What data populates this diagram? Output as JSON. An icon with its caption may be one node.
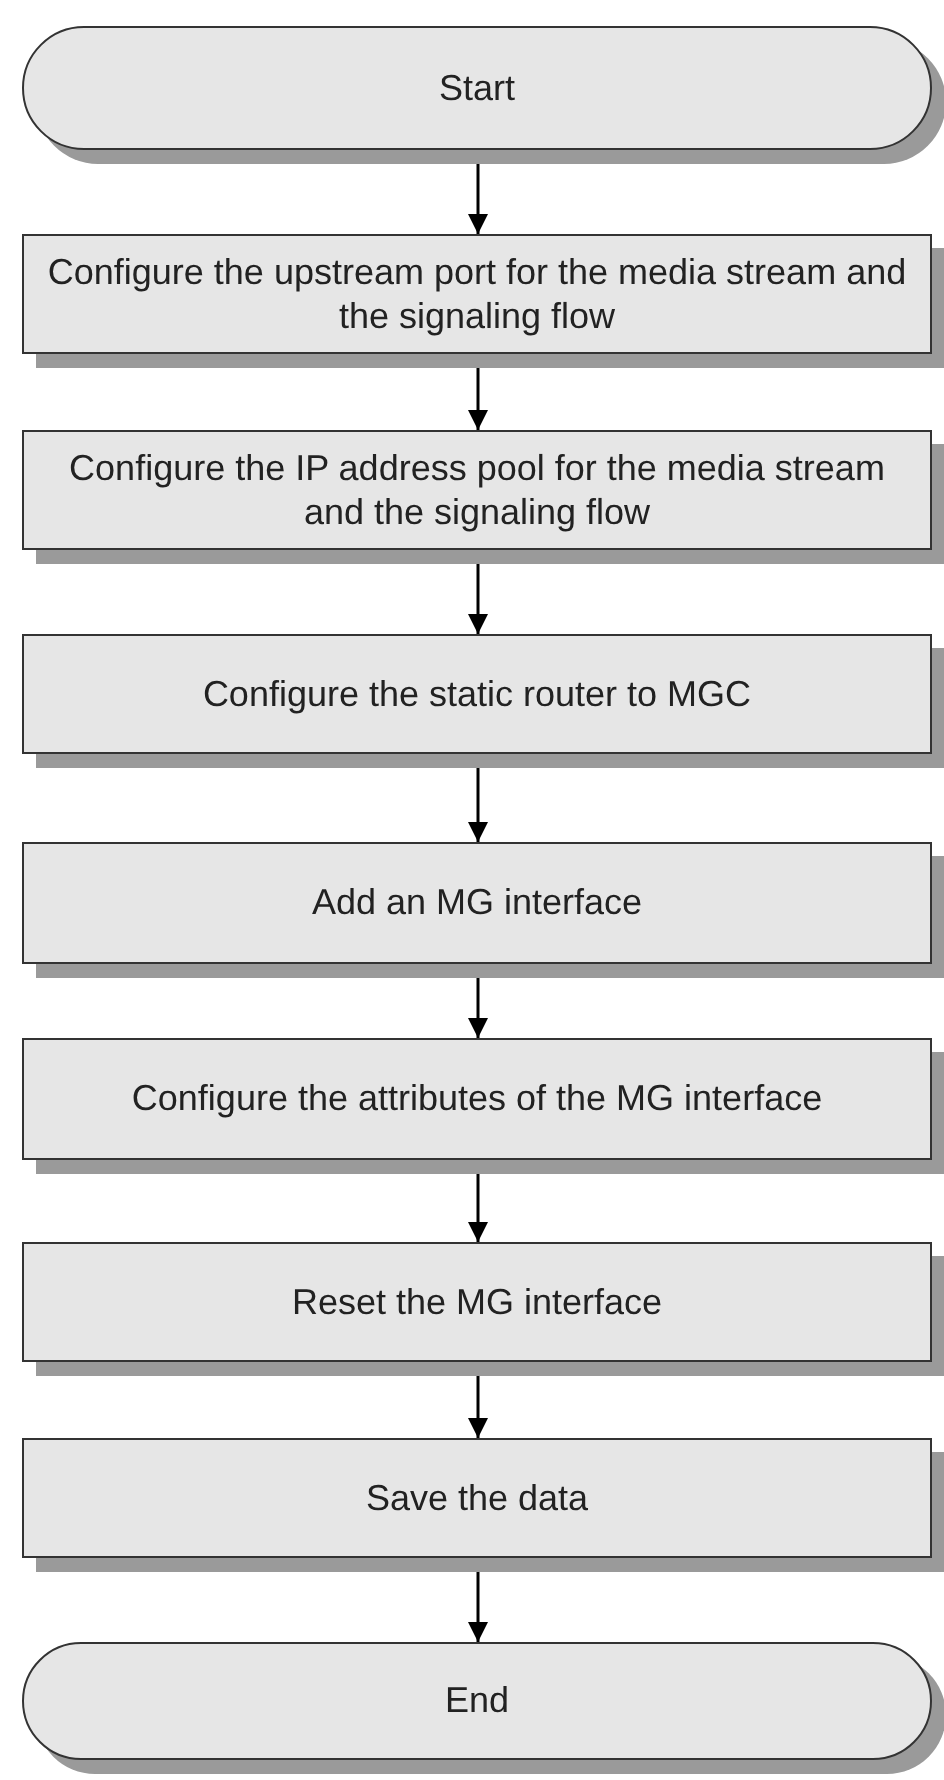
{
  "diagram": {
    "nodes": [
      {
        "text": [
          "Start"
        ]
      },
      {
        "text": [
          "Configure the upstream port for the media stream and the signaling flow"
        ]
      },
      {
        "text": [
          "Configure the IP address pool for the media stream and the signaling flow"
        ]
      },
      {
        "text": [
          "Configure the static router to MGC"
        ]
      },
      {
        "text": [
          "Add an MG interface"
        ]
      },
      {
        "text": [
          "Configure the attributes of the MG interface"
        ]
      },
      {
        "text": [
          "Reset the MG interface"
        ]
      },
      {
        "text": [
          "Save the data"
        ]
      },
      {
        "text": [
          "End"
        ]
      }
    ],
    "edges": [
      {
        "from": 0,
        "to": 1,
        "arrow": "to"
      },
      {
        "from": 1,
        "to": 2,
        "arrow": "to"
      },
      {
        "from": 2,
        "to": 3,
        "arrow": "to"
      },
      {
        "from": 3,
        "to": 4,
        "arrow": "to"
      },
      {
        "from": 4,
        "to": 5,
        "arrow": "to"
      },
      {
        "from": 5,
        "to": 6,
        "arrow": "to"
      },
      {
        "from": 6,
        "to": 7,
        "arrow": "to"
      },
      {
        "from": 7,
        "to": 8,
        "arrow": "to"
      }
    ]
  }
}
